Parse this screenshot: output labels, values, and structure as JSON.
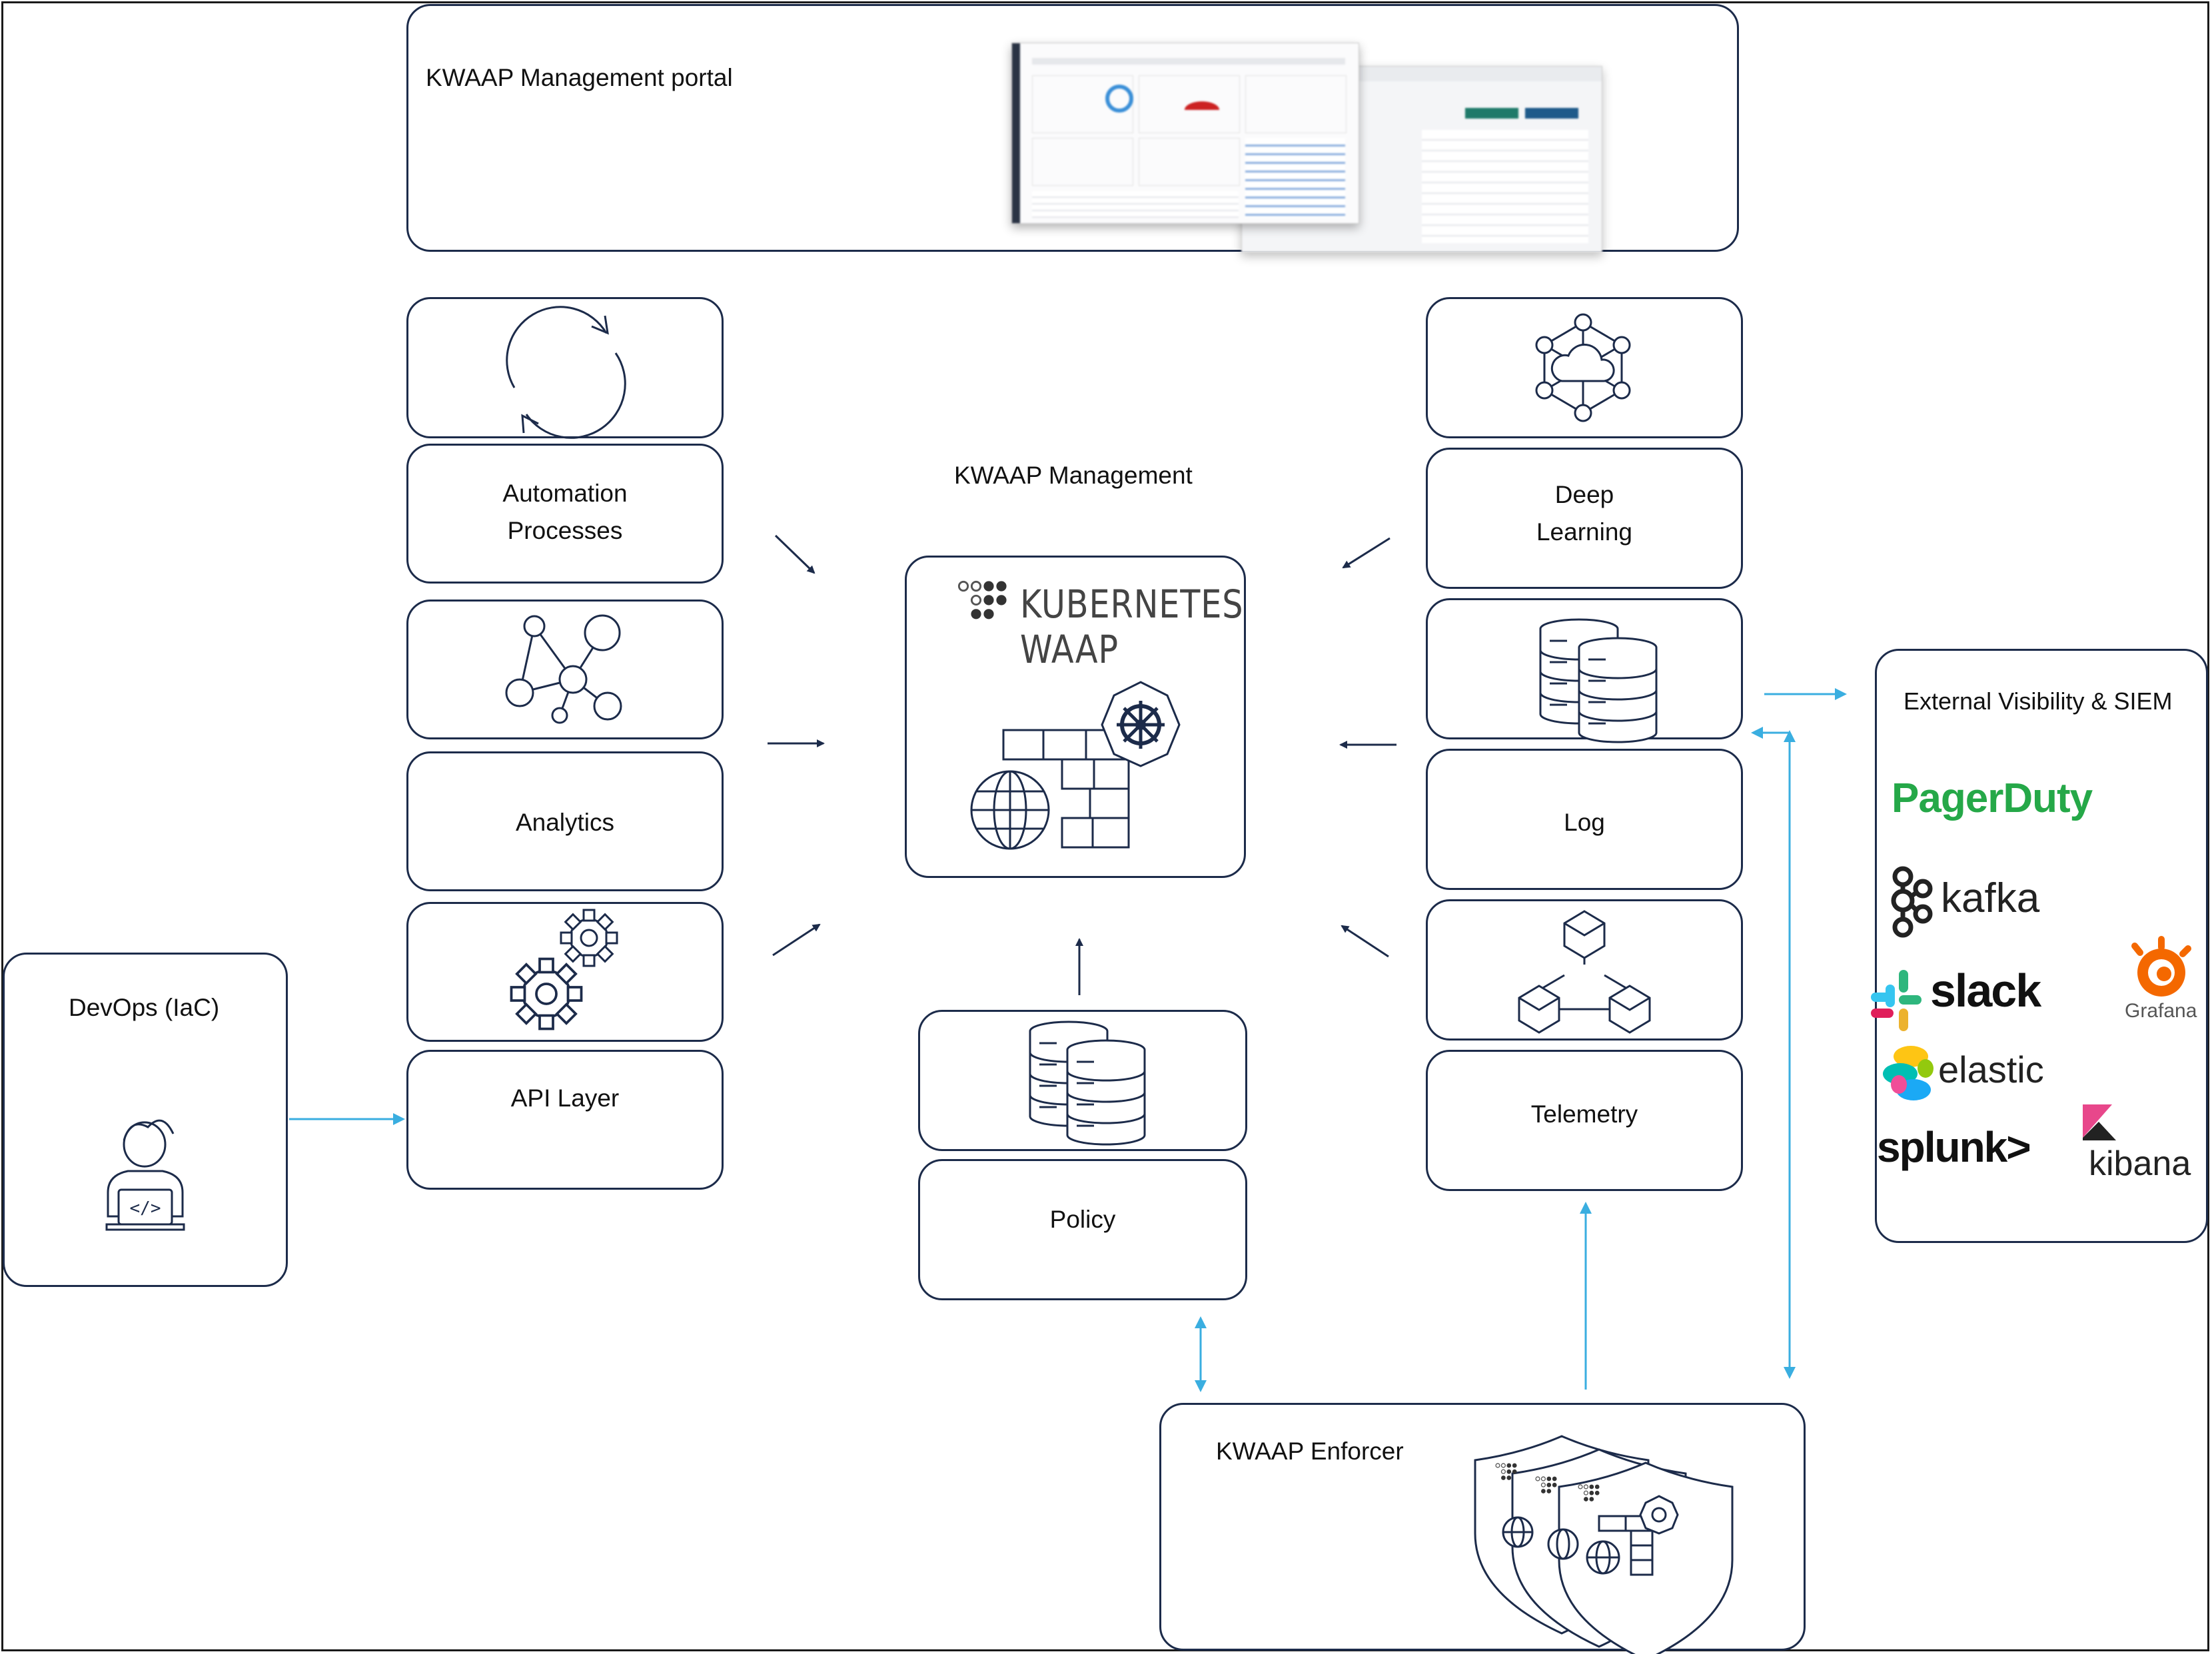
{
  "portal": {
    "title": "KWAAP Management portal"
  },
  "management": {
    "title": "KWAAP Management"
  },
  "kubernetes_logo": {
    "line1": "KUBERNETES",
    "line2": "WAAP"
  },
  "left_column": {
    "automation": "Automation\nProcesses",
    "analytics": "Analytics",
    "api_layer": "API Layer"
  },
  "right_column": {
    "deep_learning": "Deep\nLearning",
    "log": "Log",
    "telemetry": "Telemetry"
  },
  "policy": {
    "label": "Policy"
  },
  "devops": {
    "label": "DevOps (IaC)"
  },
  "enforcer": {
    "label": "KWAAP Enforcer"
  },
  "siem": {
    "title": "External Visibility & SIEM",
    "logos": {
      "pagerduty": "PagerDuty",
      "kafka": "kafka",
      "slack": "slack",
      "grafana": "Grafana",
      "elastic": "elastic",
      "splunk": "splunk>",
      "kibana": "kibana"
    }
  },
  "colors": {
    "stroke": "#1c2b4a",
    "arrow_dark": "#1c2b4a",
    "arrow_blue": "#3aaee0"
  }
}
